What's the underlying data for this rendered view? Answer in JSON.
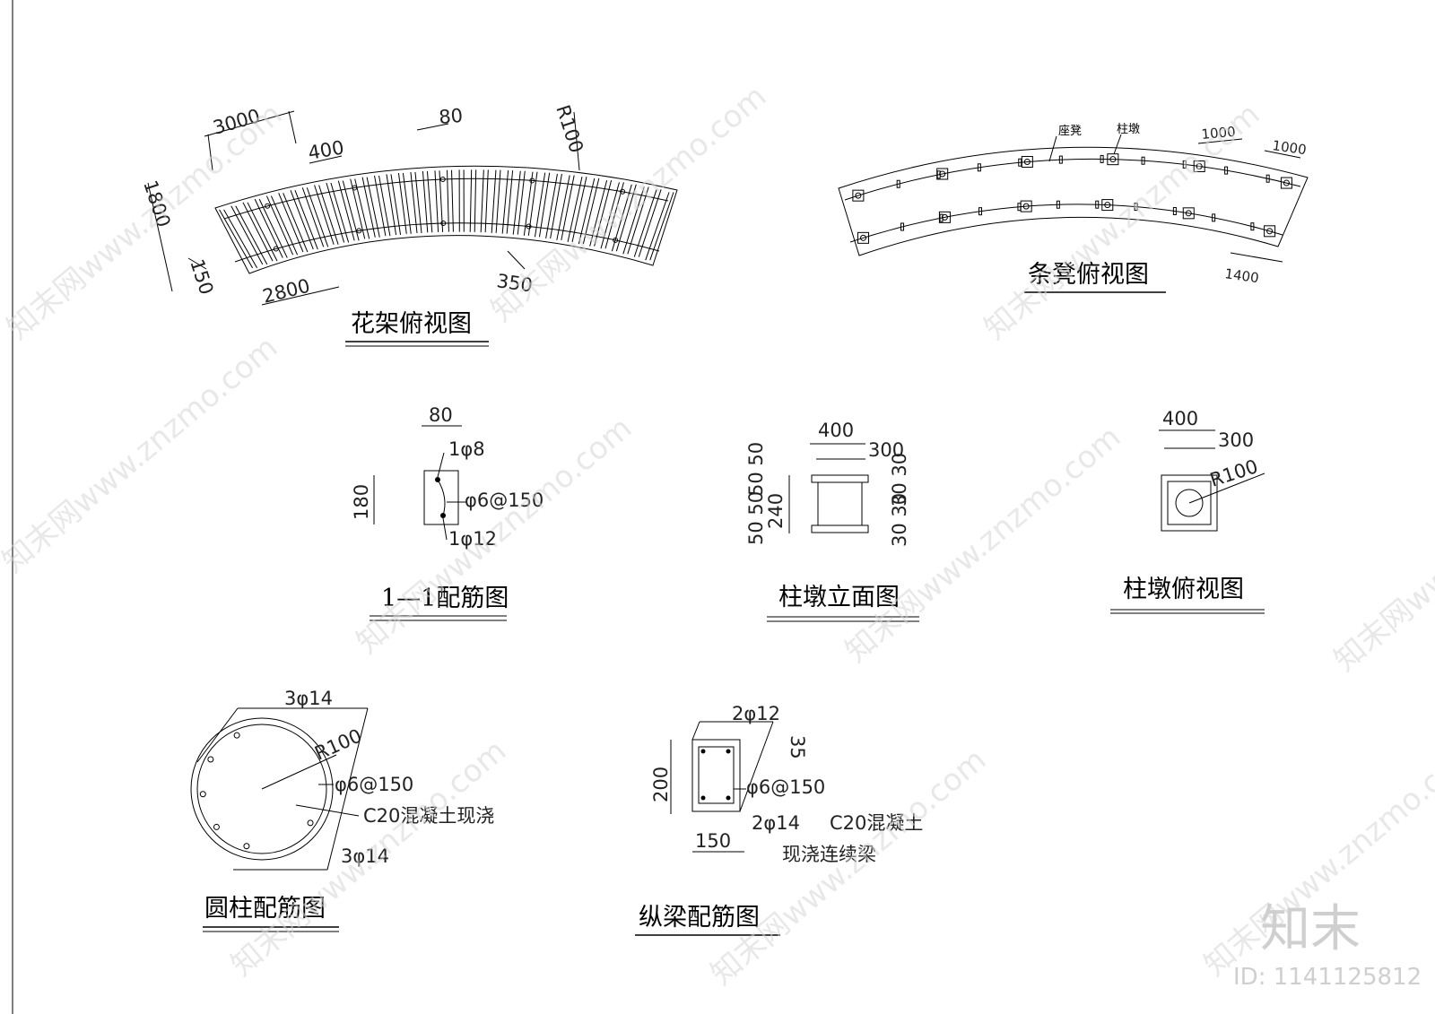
{
  "titles": {
    "pergola_plan": "花架俯视图",
    "bench_plan": "条凳俯视图",
    "section_1_1": "1—1配筋图",
    "pier_elevation": "柱墩立面图",
    "pier_plan": "柱墩俯视图",
    "column_rebar": "圆柱配筋图",
    "beam_rebar": "纵梁配筋图"
  },
  "pergola": {
    "d3000": "3000",
    "d400": "400",
    "d80": "80",
    "r100": "R100",
    "d1800": "1800",
    "d150": "150",
    "d2800": "2800",
    "d350": "350"
  },
  "bench": {
    "seat": "座凳",
    "pier": "柱墩",
    "d1000a": "1000",
    "d1000b": "1000",
    "d1400": "1400"
  },
  "section": {
    "d80": "80",
    "d180": "180",
    "top_bar": "1φ8",
    "stirrup": "φ6@150",
    "bottom_bar": "1φ12"
  },
  "pier_elev": {
    "d400": "400",
    "d300": "300",
    "left_top": "50 50",
    "left_mid": "240",
    "left_bot": "50 50",
    "right_top": "30 30",
    "right_bot": "30 30"
  },
  "pier_top": {
    "d400": "400",
    "d300": "300",
    "r100": "R100"
  },
  "column": {
    "top_bars": "3φ14",
    "radius": "R100",
    "stirrup": "φ6@150",
    "concrete": "C20混凝土现浇",
    "bottom_bars": "3φ14"
  },
  "beam": {
    "top_bars": "2φ12",
    "cover": "35",
    "height": "200",
    "stirrup": "φ6@150",
    "bottom_bars": "2φ14",
    "concrete": "C20混凝土",
    "concrete2": "现浇连续梁",
    "width": "150"
  },
  "brand": {
    "logo": "知末",
    "id": "ID: 1141125812",
    "watermark": "知末网www.znzmo.com"
  }
}
